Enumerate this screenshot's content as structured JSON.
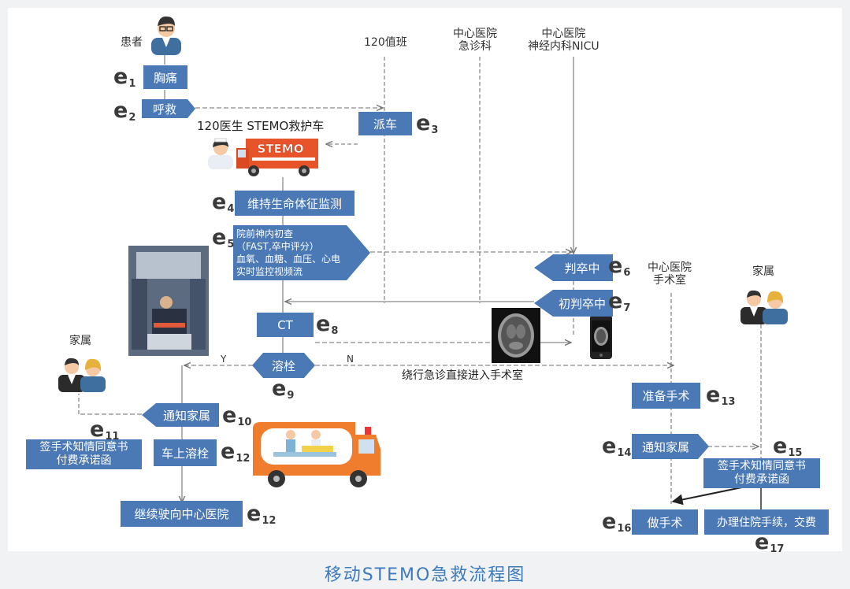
{
  "caption": "移动STEMO急救流程图",
  "swimlanes": {
    "patient": "患者",
    "dispatch_120": "120值班",
    "hospital_er": [
      "中心医院",
      "急诊科"
    ],
    "hospital_nicu": [
      "中心医院",
      "神经内科NICU"
    ],
    "hospital_or": [
      "中心医院",
      "手术室"
    ],
    "family_left": "家属",
    "family_right": "家属"
  },
  "steps": {
    "chest_pain": "胸痛",
    "call": "呼救",
    "dispatch": "派车",
    "ambulance_label": "120医生 STEMO救护车",
    "monitor": "维持生命体征监测",
    "prehospital": [
      "院前神内初查",
      "（FAST,卒中评分）",
      "血氧、血糖、血压、心电",
      "实时监控视频流"
    ],
    "judge_stroke": "判卒中",
    "initial_judge": "初判卒中",
    "ct": "CT",
    "thrombolysis": "溶栓",
    "notify_family_left": "通知家属",
    "sign_left": [
      "签手术知情同意书",
      "付费承诺函"
    ],
    "onboard_thrombolysis": "车上溶栓",
    "continue_drive": "继续驶向中心医院",
    "bypass": "绕行急诊直接进入手术室",
    "prepare_or": "准备手术",
    "notify_family_right": "通知家属",
    "sign_right": [
      "签手术知情同意书",
      "付费承诺函"
    ],
    "surgery": "做手术",
    "admission": "办理住院手续，交费",
    "yes": "Y",
    "no": "N"
  },
  "events": {
    "e1": "1",
    "e2": "2",
    "e3": "3",
    "e4": "4",
    "e5": "5",
    "e6": "6",
    "e7": "7",
    "e8": "8",
    "e9": "9",
    "e10": "10",
    "e11": "11",
    "e12a": "12",
    "e12b": "12",
    "e13": "13",
    "e14": "14",
    "e15": "15",
    "e16": "16",
    "e17": "17"
  },
  "colors": {
    "box": "#4a79b5",
    "line": "#888888",
    "caption": "#3d7bbf",
    "ambulance": "#e8542a"
  },
  "icons": [
    "patient-avatar-icon",
    "doctor-avatar-icon",
    "stemo-ambulance-icon",
    "ambulance-interior-photo",
    "brain-ct-scan-icon",
    "smartphone-ct-icon",
    "family-couple-icon",
    "ambulance-diagram-icon"
  ]
}
